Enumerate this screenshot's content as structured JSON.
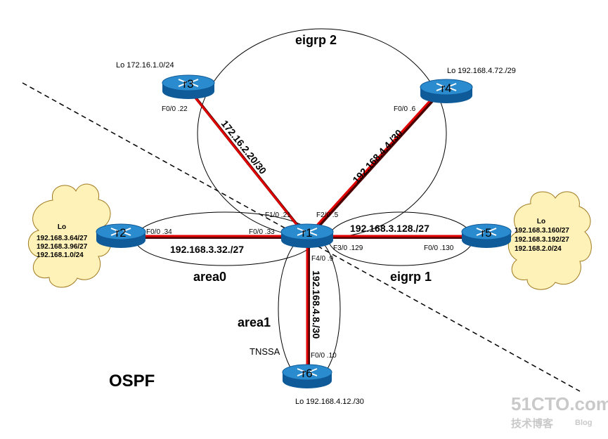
{
  "routers": {
    "r1": {
      "name": "r1"
    },
    "r2": {
      "name": "r2"
    },
    "r3": {
      "name": "r3"
    },
    "r4": {
      "name": "r4"
    },
    "r5": {
      "name": "r5"
    },
    "r6": {
      "name": "r6"
    }
  },
  "areas": {
    "eigrp2": "eigrp 2",
    "eigrp1": "eigrp 1",
    "area0": "area0",
    "area1": "area1",
    "tnssa": "TNSSA",
    "ospf": "OSPF"
  },
  "loopbacks": {
    "r3": "Lo 172.16.1.0/24",
    "r4": "Lo 192.168.4.72./29",
    "r6": "Lo 192.168.4.12./30",
    "r2": {
      "title": "Lo",
      "nets": [
        "192.168.3.64/27",
        "192.168.3.96/27",
        "192.168.1.0/24"
      ]
    },
    "r5": {
      "title": "Lo",
      "nets": [
        "192.168.3.160/27",
        "192.168.3.192/27",
        "192.168.2.0/24"
      ]
    }
  },
  "links": {
    "r1_r3": "172.16.2.20/30",
    "r1_r4": "192.168.4.4./30",
    "r1_r2": "192.168.3.32./27",
    "r1_r5": "192.168.3.128./27",
    "r1_r6": "192.168.4.8./30"
  },
  "interfaces": {
    "r3_f00": "F0/0 .22",
    "r4_f00": "F0/0 .6",
    "r2_f00": "F0/0 .34",
    "r1_f10": "F1/0 .21",
    "r1_f20": "F2/0 .5",
    "r1_f00": "F0/0 .33",
    "r1_f30": "F3/0 .129",
    "r5_f00": "F0/0 .130",
    "r1_f40": "F4/0 .9",
    "r6_f00": "F0/0 .10"
  },
  "watermark": {
    "site": "51CTO.com",
    "sub": "技术博客",
    "blog": "Blog"
  },
  "colors": {
    "link": "#e00000",
    "router_top": "#2a8ccf",
    "router_side": "#0f5a98",
    "cloud": "#fff2b8"
  }
}
